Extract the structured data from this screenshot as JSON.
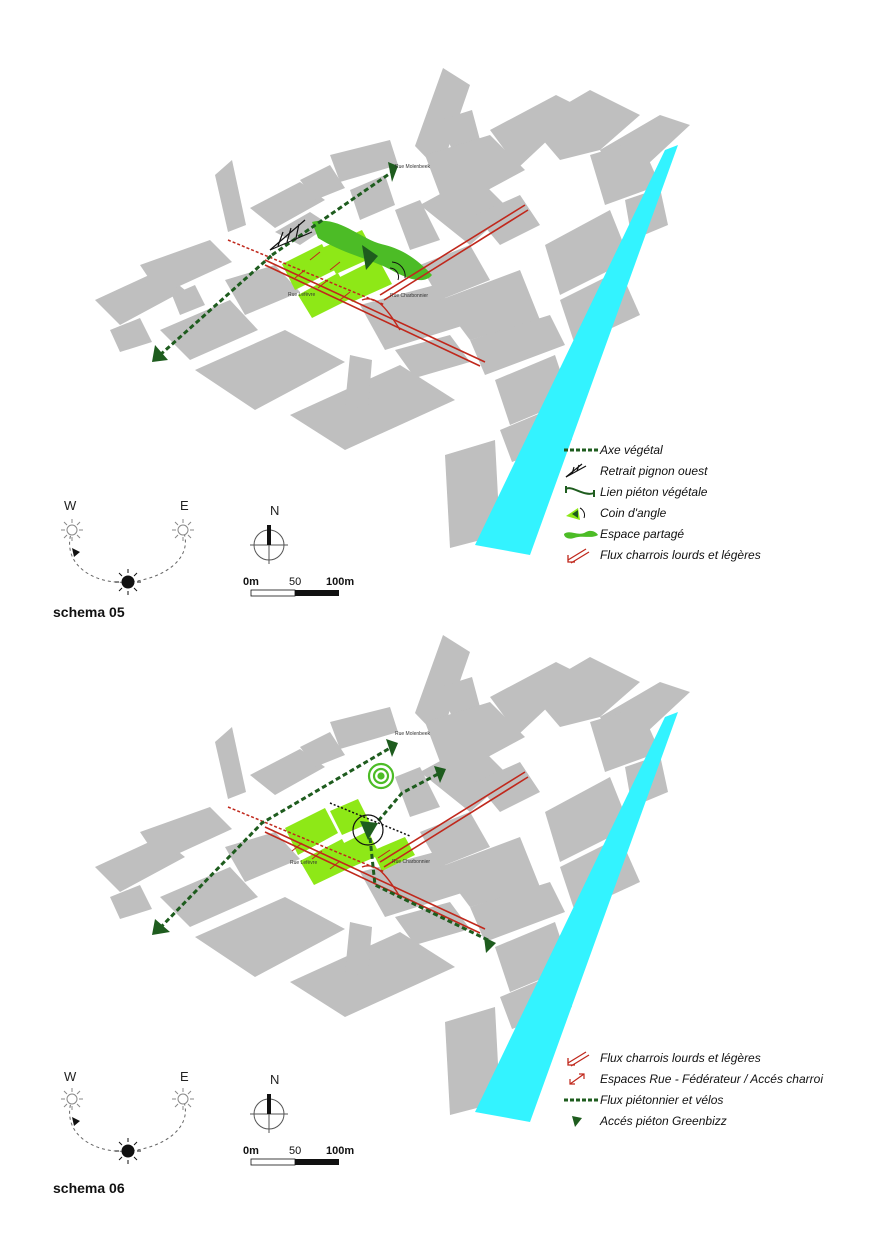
{
  "panels": [
    {
      "title": "schema 05",
      "streets": [
        "Rue Molenbeek",
        "Rue Lefèvre",
        "Rue Charbonnier"
      ],
      "legend": [
        {
          "icon": "axe-vegetal-icon",
          "label": "Axe végétal"
        },
        {
          "icon": "retrait-pignon-icon",
          "label": "Retrait pignon ouest"
        },
        {
          "icon": "lien-pieton-icon",
          "label": "Lien piéton végétale"
        },
        {
          "icon": "coin-angle-icon",
          "label": "Coin d'angle"
        },
        {
          "icon": "espace-partage-icon",
          "label": "Espace partagé"
        },
        {
          "icon": "flux-charrois-icon",
          "label": "Flux  charrois lourds et légères"
        }
      ]
    },
    {
      "title": "schema 06",
      "streets": [
        "Rue Molenbeek",
        "Rue Lefèvre",
        "Rue Charbonnier"
      ],
      "legend": [
        {
          "icon": "flux-charrois-icon",
          "label": "Flux  charrois lourds et légères"
        },
        {
          "icon": "espaces-rue-icon",
          "label": "Espaces Rue - Fédérateur / Accés charroi"
        },
        {
          "icon": "flux-pietonnier-icon",
          "label": "Flux piétonnier et vélos"
        },
        {
          "icon": "acces-pieton-icon",
          "label": "Accés piéton Greenbizz"
        }
      ]
    }
  ],
  "compass": {
    "west": "W",
    "east": "E",
    "north": "N"
  },
  "scale": {
    "start": "0m",
    "mid": "50",
    "end": "100m"
  },
  "colors": {
    "building": "#bfbfbf",
    "canal": "#33f3ff",
    "road": "#c0281c",
    "green_axis": "#1e5c1e",
    "lime": "#8ee817",
    "shared_space": "#4cbc26"
  }
}
